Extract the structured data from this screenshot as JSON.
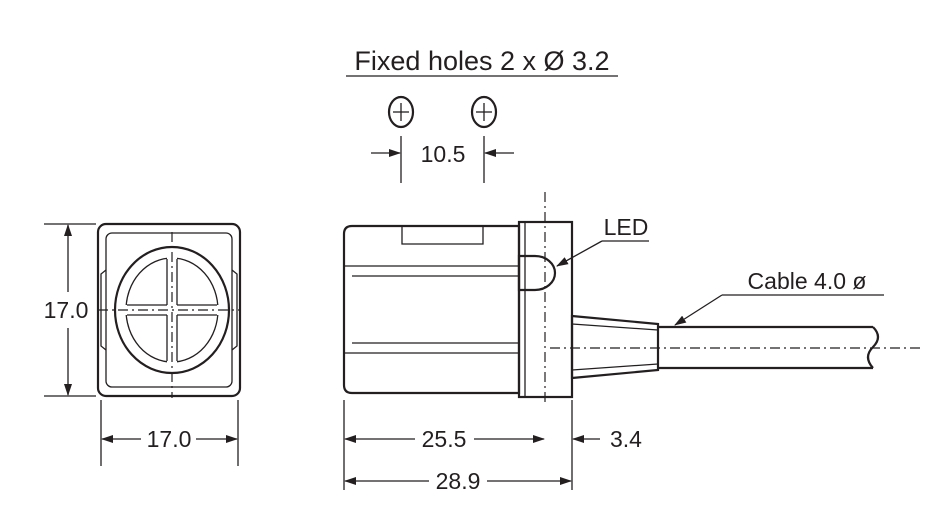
{
  "title": "Fixed holes 2 x Ø 3.2",
  "dimensions": {
    "hole_spacing": "10.5",
    "front_height": "17.0",
    "front_width": "17.0",
    "body_length": "25.5",
    "flange_width": "3.4",
    "total_length": "28.9"
  },
  "callouts": {
    "led": "LED",
    "cable": "Cable 4.0 ø"
  },
  "colors": {
    "line": "#231f20",
    "background": "#ffffff"
  }
}
